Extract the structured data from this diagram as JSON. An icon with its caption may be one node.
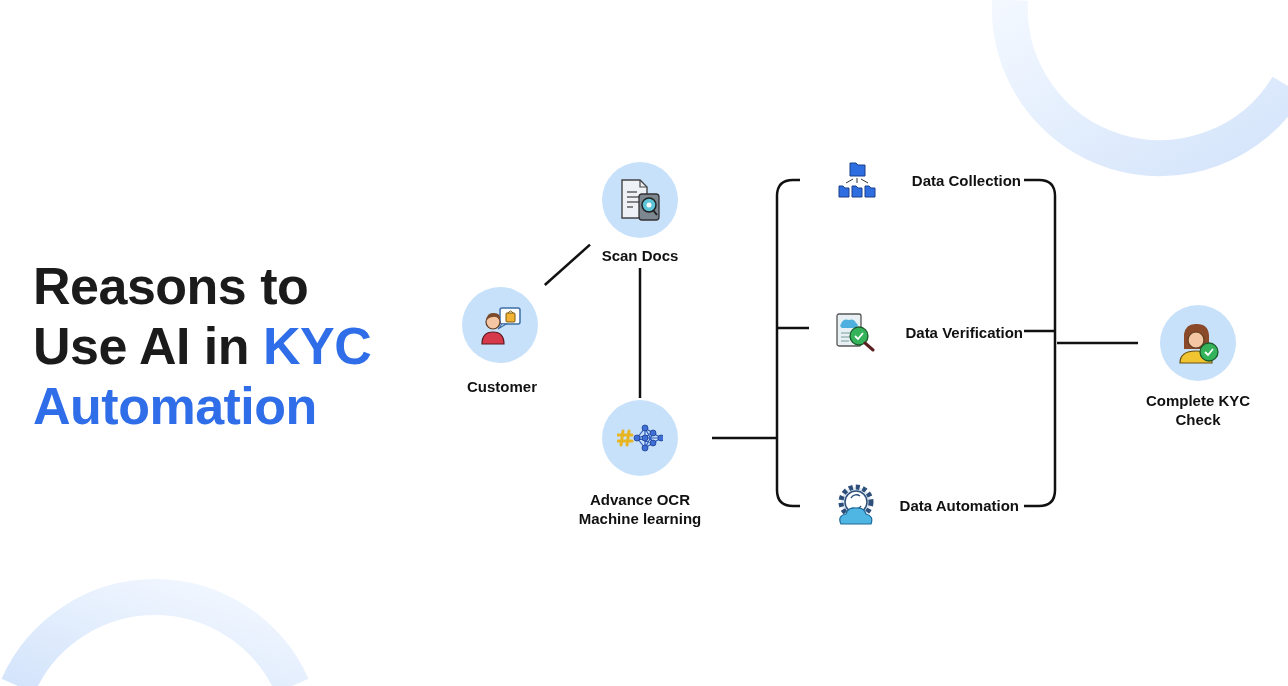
{
  "diagram": {
    "title": "Reasons to Use AI in **KYC Automation**",
    "nodes": [
      {
        "text": [
          "Customer"
        ]
      },
      {
        "text": [
          "Scan Docs"
        ]
      },
      {
        "text": [
          "Advance OCR Machine learning"
        ]
      },
      {
        "text": [],
        "shape": "bracket"
      },
      {
        "text": [
          "Data Collection"
        ],
        "in": 3
      },
      {
        "text": [
          "Data Verification"
        ],
        "in": 3
      },
      {
        "text": [
          "Data Automation"
        ],
        "in": 3
      },
      {
        "text": [
          "Complete KYC Check"
        ]
      }
    ],
    "edges": [
      {
        "from": 0,
        "to": 1,
        "arrow": "none"
      },
      {
        "from": 1,
        "to": 2,
        "arrow": "none"
      },
      {
        "from": 2,
        "to": 3,
        "arrow": "none"
      },
      {
        "from": 3,
        "to": 7,
        "arrow": "none"
      }
    ]
  }
}
